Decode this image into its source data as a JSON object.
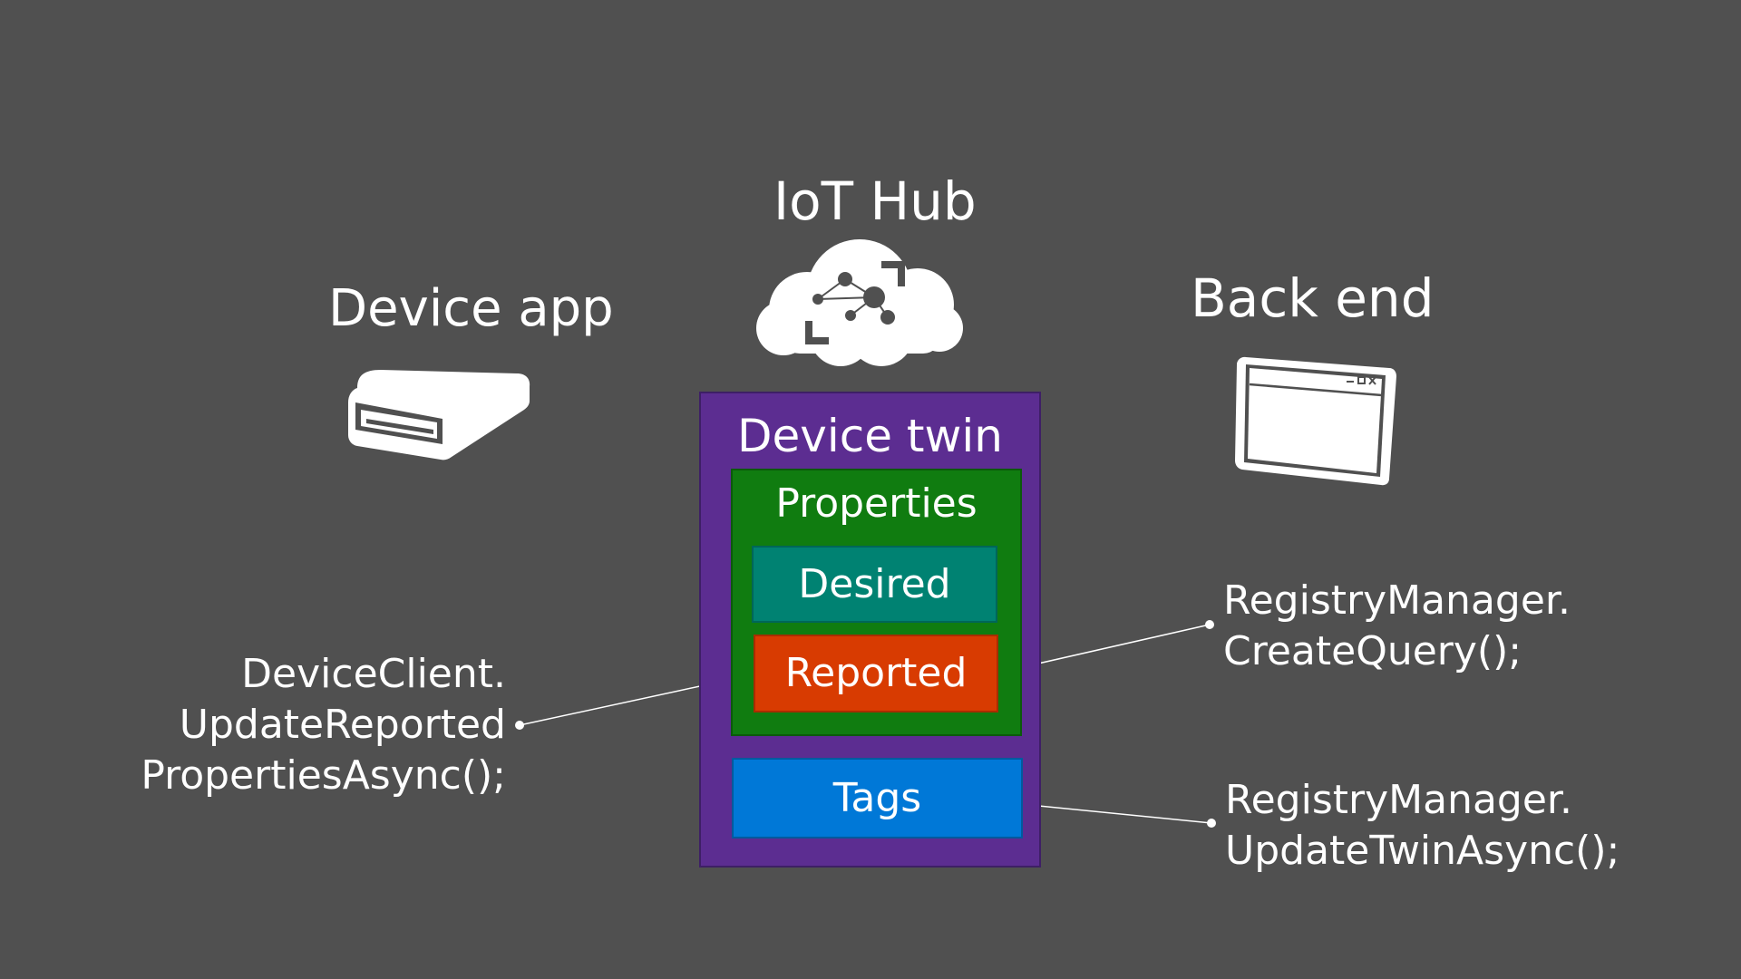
{
  "titles": {
    "device_app": "Device app",
    "iot_hub": "IoT Hub",
    "back_end": "Back end"
  },
  "icons": {
    "device": "storage-device-icon",
    "hub": "iot-hub-cloud-icon",
    "back_end": "application-window-icon"
  },
  "device_twin": {
    "label": "Device twin",
    "properties": {
      "label": "Properties",
      "desired": "Desired",
      "reported": "Reported"
    },
    "tags": "Tags"
  },
  "callouts": {
    "device_client": [
      "DeviceClient.",
      "UpdateReported",
      "PropertiesAsync();"
    ],
    "create_query": [
      "RegistryManager.",
      "CreateQuery();"
    ],
    "update_twin": [
      "RegistryManager.",
      "UpdateTwinAsync();"
    ]
  },
  "colors": {
    "background": "#505050",
    "device_twin": "#5c2d91",
    "properties": "#107c10",
    "desired": "#008272",
    "reported": "#d83b01",
    "tags": "#0078d7",
    "text": "#ffffff"
  }
}
